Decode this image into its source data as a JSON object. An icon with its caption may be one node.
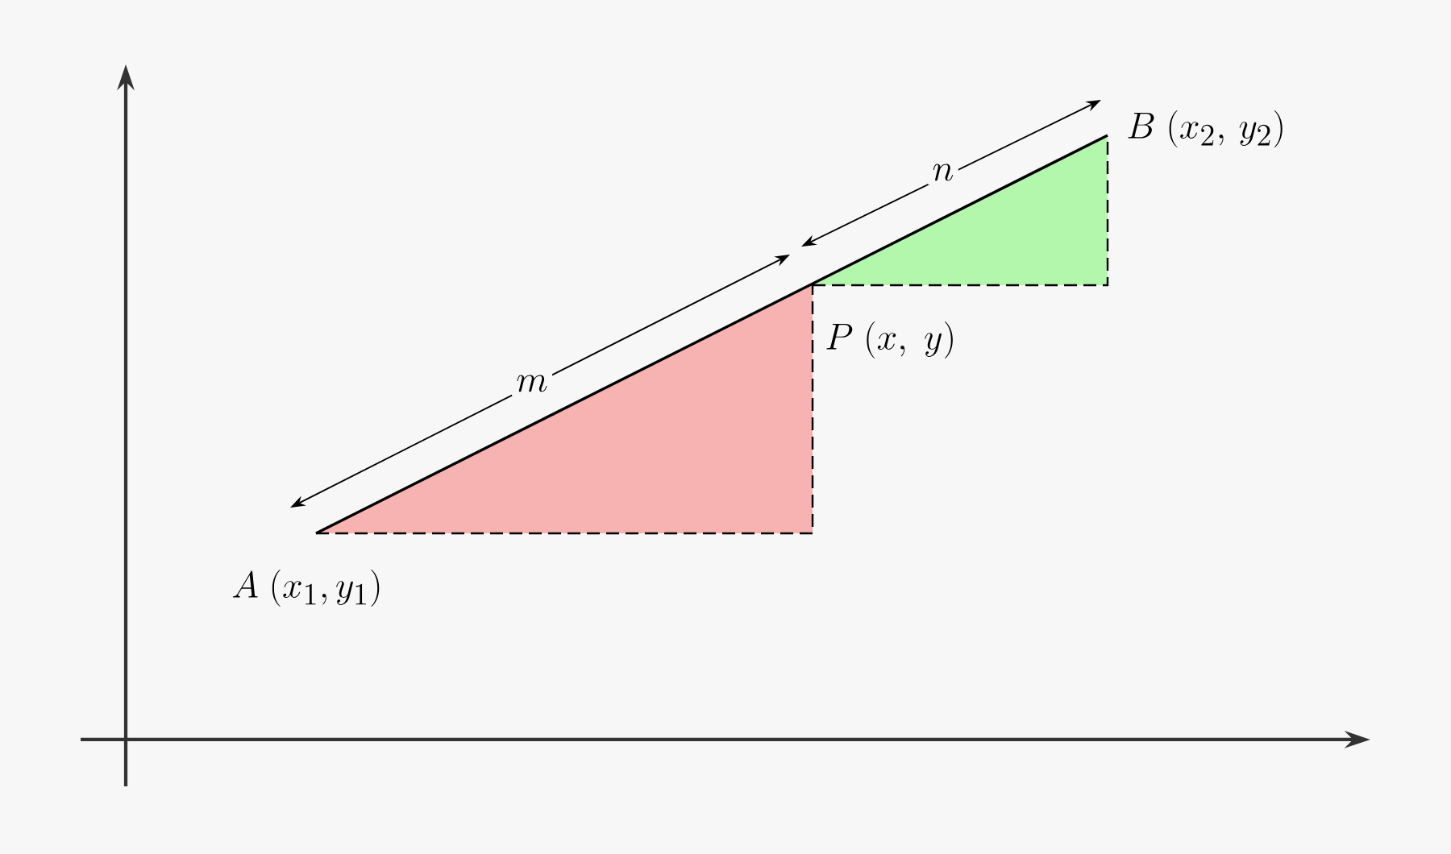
{
  "diagram": {
    "labels": [
      "B\\ (x_2,\\, y_2)",
      "n",
      "P\\ (x,\\ y)",
      "m",
      "A\\ (x_1, y_1)"
    ]
  }
}
